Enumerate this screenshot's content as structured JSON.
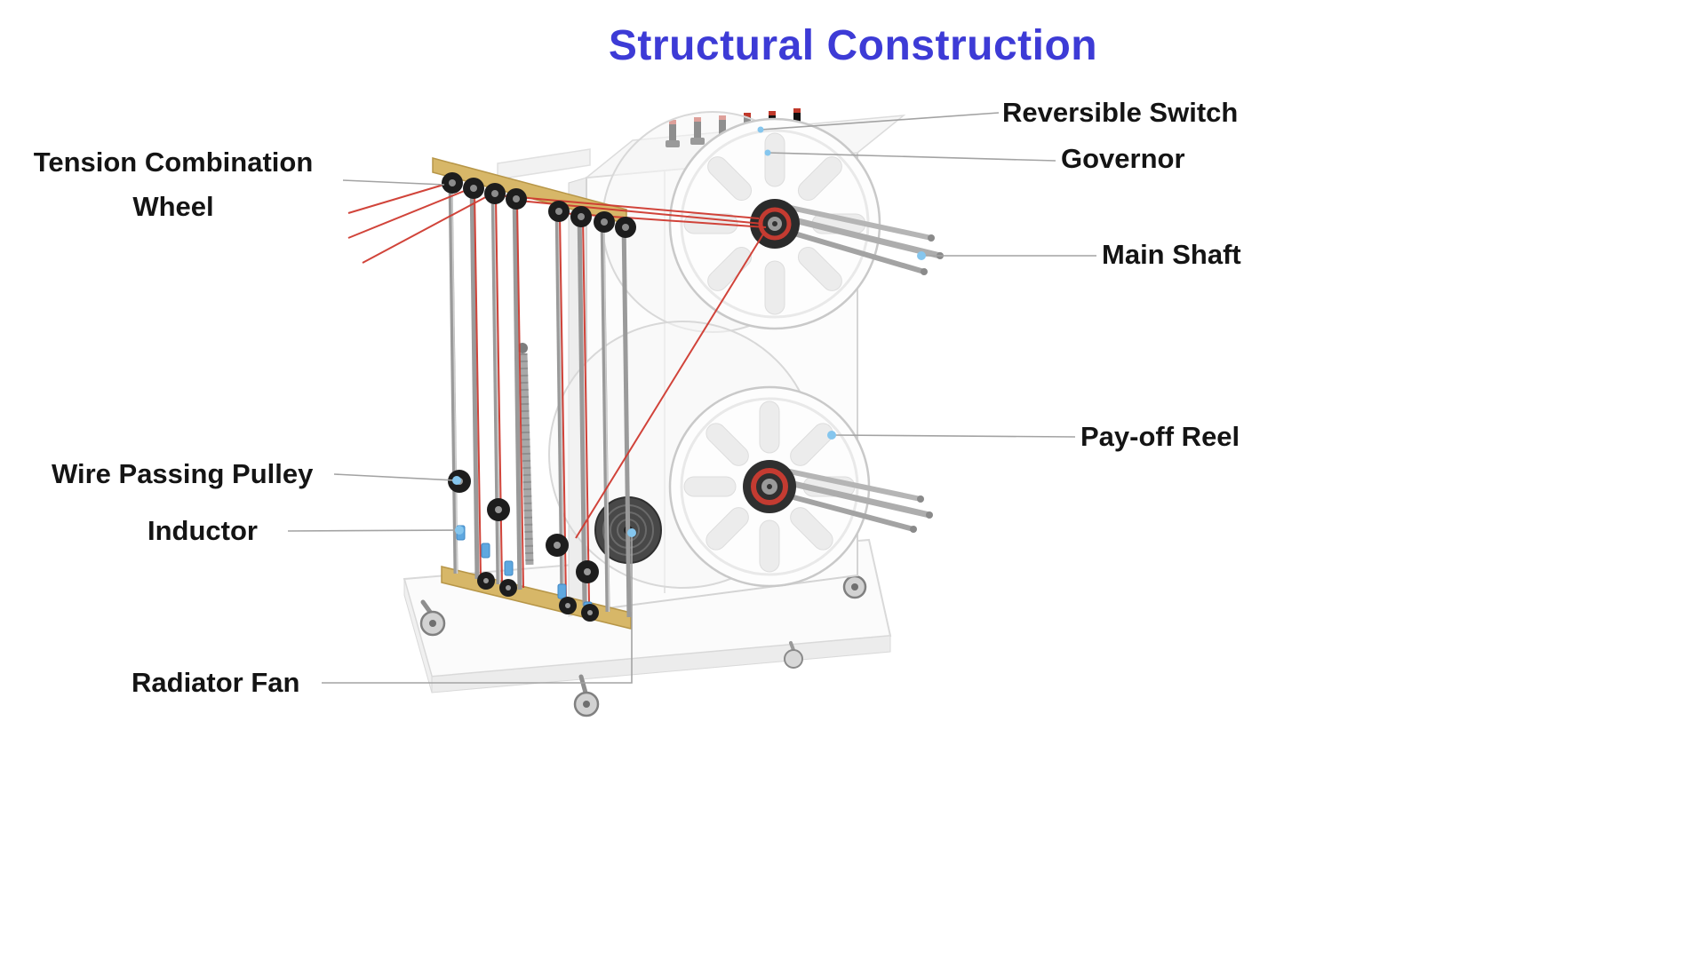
{
  "title": "Structural Construction",
  "labels": {
    "tension_combination_wheel": "Tension Combination Wheel",
    "wire_passing_pulley": "Wire Passing Pulley",
    "inductor": "Inductor",
    "radiator_fan": "Radiator Fan",
    "reversible_switch": "Reversible Switch",
    "governor": "Governor",
    "main_shaft": "Main Shaft",
    "pay_off_reel": "Pay-off Reel"
  },
  "colors": {
    "title_color": "#3d3bd6",
    "label_color": "#141414",
    "leader_line": "#a3a3a3",
    "callout_dot": "#85c6ee",
    "wire_red": "#cf3a30",
    "wood": "#d7b768",
    "slider_blue": "#5fa8e0"
  }
}
